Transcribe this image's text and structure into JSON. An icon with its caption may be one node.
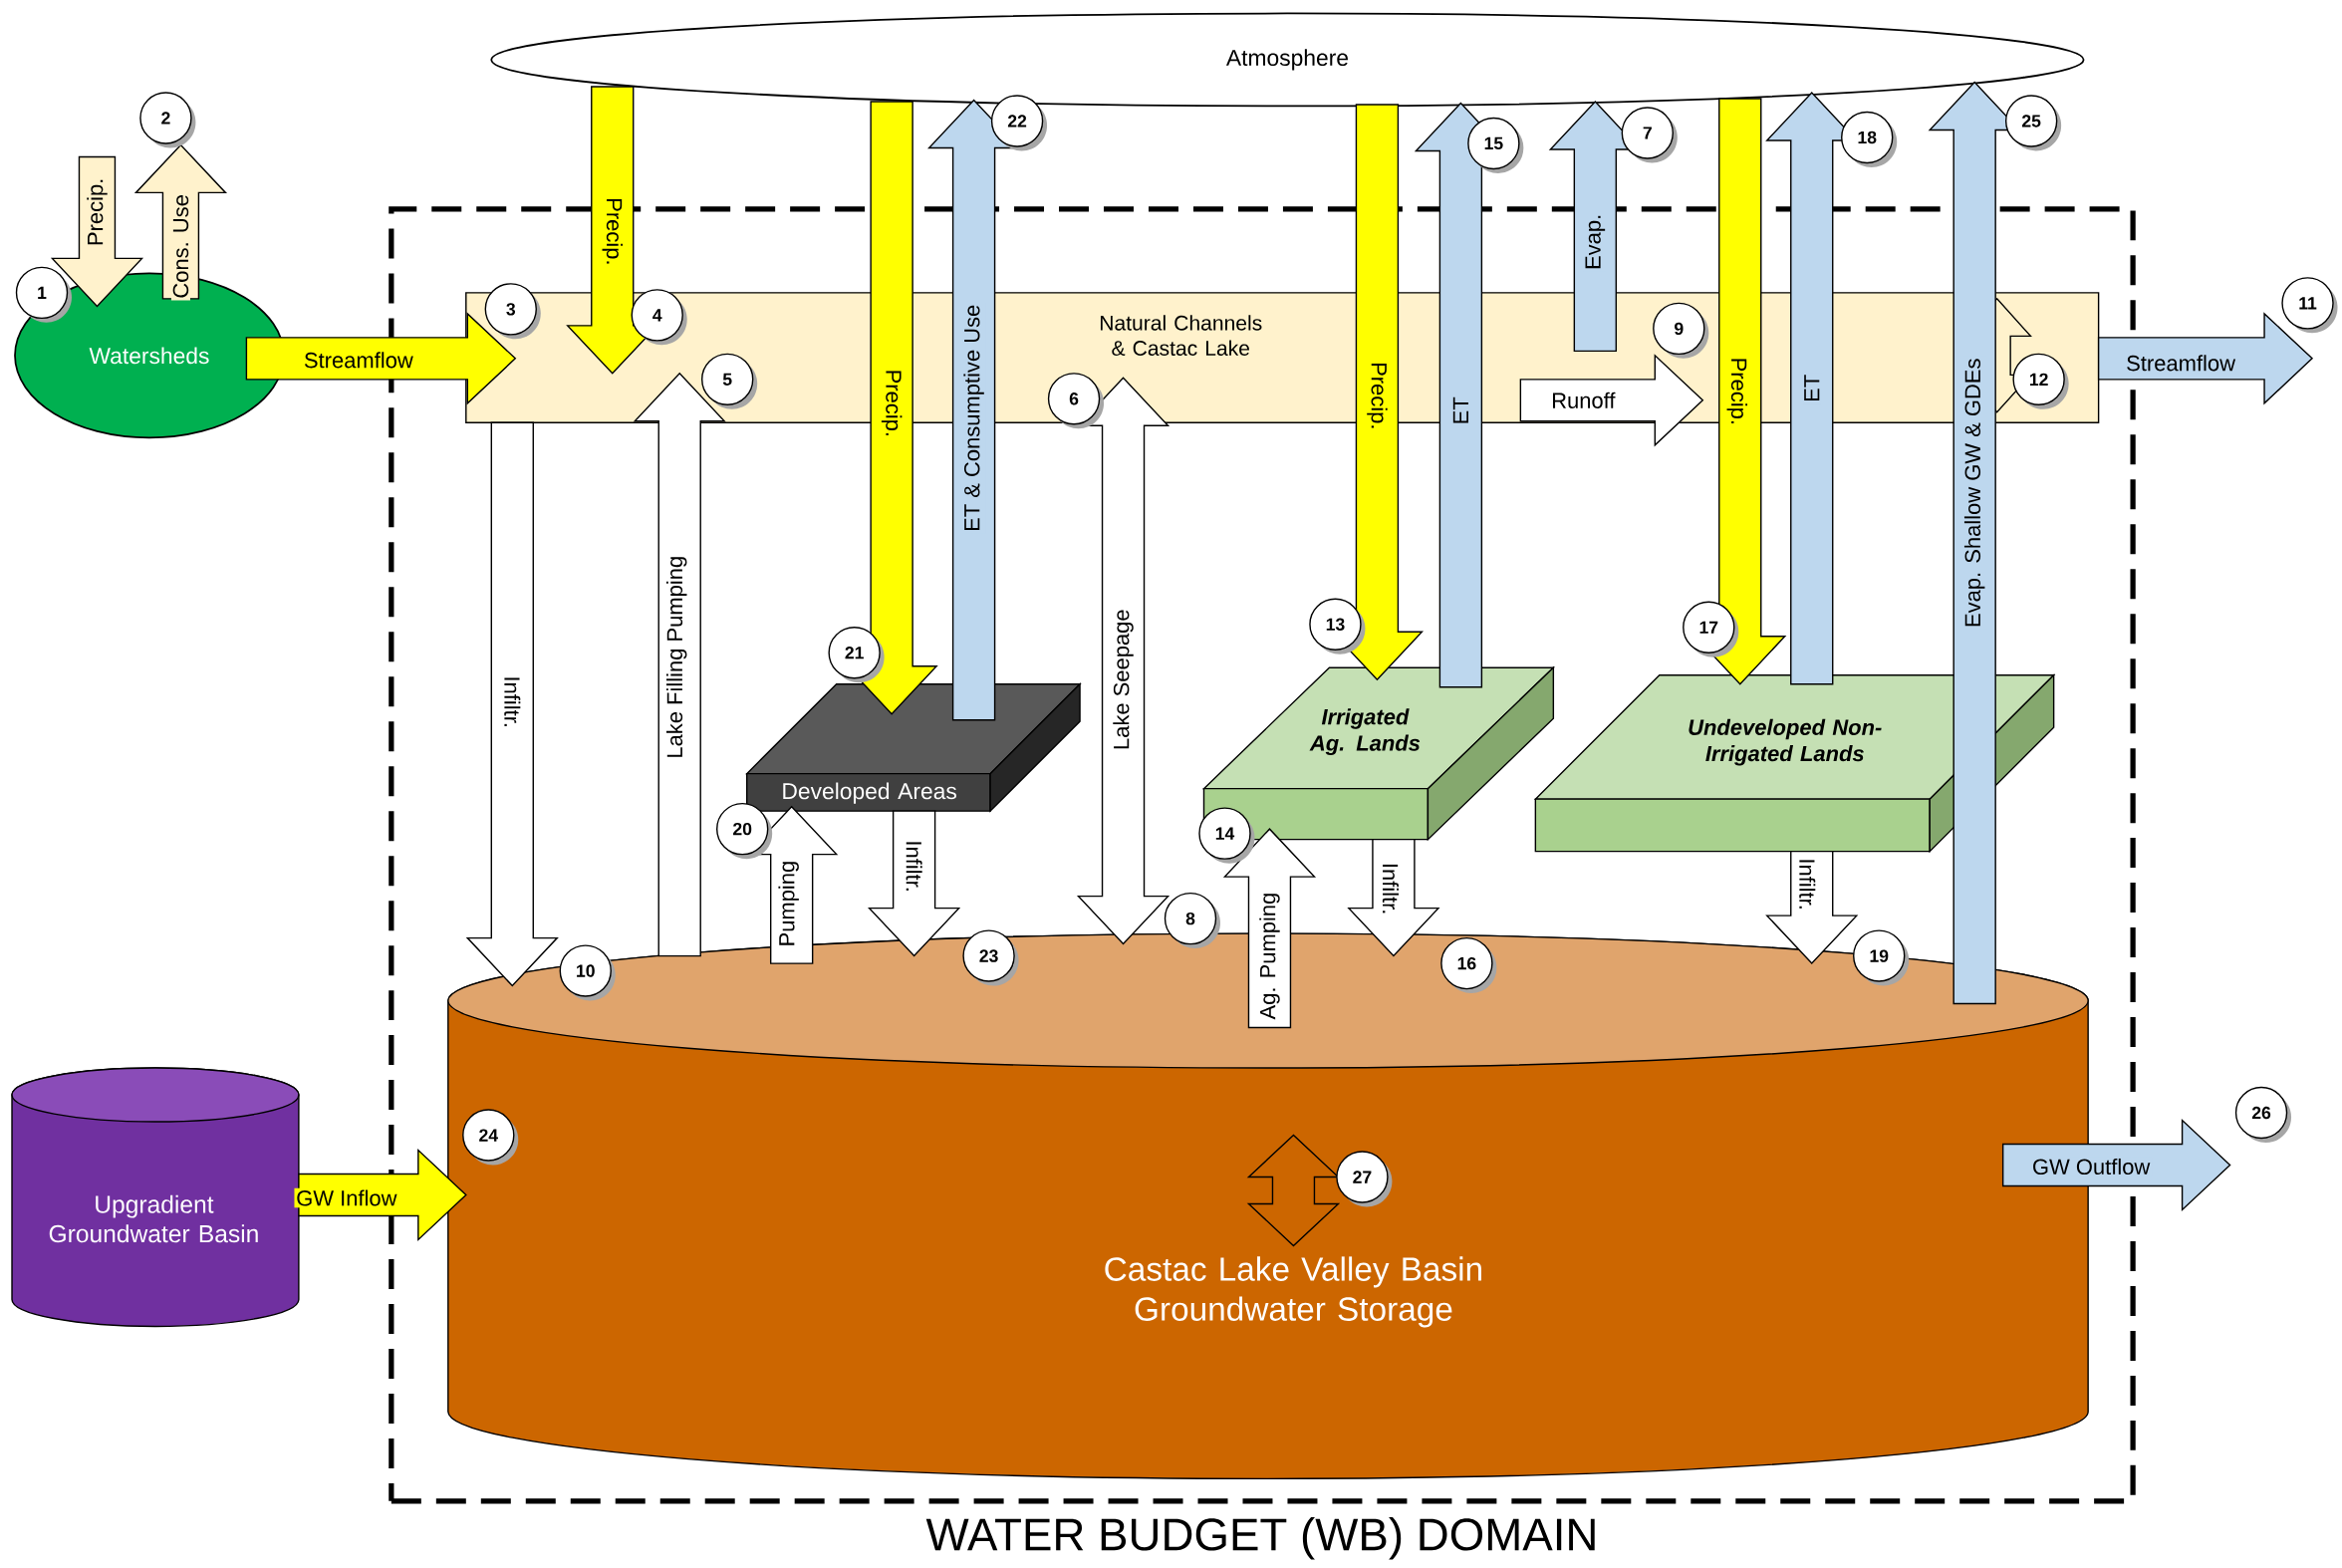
{
  "diagram": {
    "nodes": [
      {
        "text": [
          "Atmosphere"
        ]
      },
      {
        "text": [
          "Watersheds"
        ]
      },
      {
        "text": [
          "WATER BUDGET (WB) DOMAIN"
        ]
      },
      {
        "text": [
          "Natural Channels & Castac Lake"
        ],
        "in": 2
      },
      {
        "text": [
          "Developed Areas"
        ],
        "in": 2
      },
      {
        "text": [
          "Irrigated Ag. Lands"
        ],
        "in": 2
      },
      {
        "text": [
          "Undeveloped Non-Irrigated Lands"
        ],
        "in": 2
      },
      {
        "text": [
          "Castac Lake Valley Basin Groundwater Storage"
        ],
        "in": 2
      },
      {
        "text": [
          "Upgradient Groundwater Basin"
        ]
      }
    ],
    "edges": [
      {
        "from": null,
        "to": 1,
        "arrow": "to",
        "label": "Precip.",
        "color": "#fff2cc"
      },
      {
        "from": 1,
        "to": null,
        "arrow": "to",
        "label": "Cons. Use",
        "color": "#fff2cc"
      },
      {
        "from": 1,
        "to": 3,
        "arrow": "to",
        "label": "Streamflow",
        "color": "#ffff00"
      },
      {
        "from": 0,
        "to": 3,
        "arrow": "to",
        "label": "Precip.",
        "color": "#ffff00"
      },
      {
        "from": 7,
        "to": 3,
        "arrow": "to",
        "label": "Lake Filling Pumping"
      },
      {
        "from": 3,
        "to": 7,
        "arrow": "both",
        "label": "Lake Seepage"
      },
      {
        "from": 3,
        "to": 0,
        "arrow": "to",
        "label": "Evap.",
        "color": "#bdd7ee"
      },
      {
        "from": null,
        "to": 3,
        "arrow": "to",
        "label": "Runoff"
      },
      {
        "from": 3,
        "to": 7,
        "arrow": "to",
        "label": "Infiltr."
      },
      {
        "from": 3,
        "to": null,
        "arrow": "to",
        "label": "Streamflow",
        "color": "#bdd7ee"
      },
      {
        "from": 0,
        "to": 5,
        "arrow": "to",
        "label": "Precip.",
        "color": "#ffff00"
      },
      {
        "from": 7,
        "to": 5,
        "arrow": "to",
        "label": "Ag. Pumping"
      },
      {
        "from": 5,
        "to": 0,
        "arrow": "to",
        "label": "ET",
        "color": "#bdd7ee"
      },
      {
        "from": 5,
        "to": 7,
        "arrow": "to",
        "label": "Infiltr."
      },
      {
        "from": 0,
        "to": 6,
        "arrow": "to",
        "label": "Precip.",
        "color": "#ffff00"
      },
      {
        "from": 6,
        "to": 0,
        "arrow": "to",
        "label": "ET",
        "color": "#bdd7ee"
      },
      {
        "from": 6,
        "to": 7,
        "arrow": "to",
        "label": "Infiltr."
      },
      {
        "from": 7,
        "to": 4,
        "arrow": "to",
        "label": "Pumping"
      },
      {
        "from": 0,
        "to": 4,
        "arrow": "to",
        "label": "Precip.",
        "color": "#ffff00"
      },
      {
        "from": 4,
        "to": 0,
        "arrow": "to",
        "label": "ET & Consumptive Use",
        "color": "#bdd7ee"
      },
      {
        "from": 4,
        "to": 7,
        "arrow": "to",
        "label": "Infiltr."
      },
      {
        "from": 8,
        "to": 7,
        "arrow": "to",
        "label": "GW Inflow",
        "color": "#ffff00"
      },
      {
        "from": 7,
        "to": 0,
        "arrow": "to",
        "label": "Evap. Shallow GW & GDEs",
        "color": "#bdd7ee"
      },
      {
        "from": 7,
        "to": null,
        "arrow": "to",
        "label": "GW Outflow",
        "color": "#bdd7ee"
      }
    ],
    "labels": [
      "1",
      "2",
      "3",
      "4",
      "5",
      "6",
      "7",
      "8",
      "9",
      "10",
      "11",
      "12",
      "13",
      "14",
      "15",
      "16",
      "17",
      "18",
      "19",
      "20",
      "21",
      "22",
      "23",
      "24",
      "25",
      "26",
      "27"
    ]
  }
}
